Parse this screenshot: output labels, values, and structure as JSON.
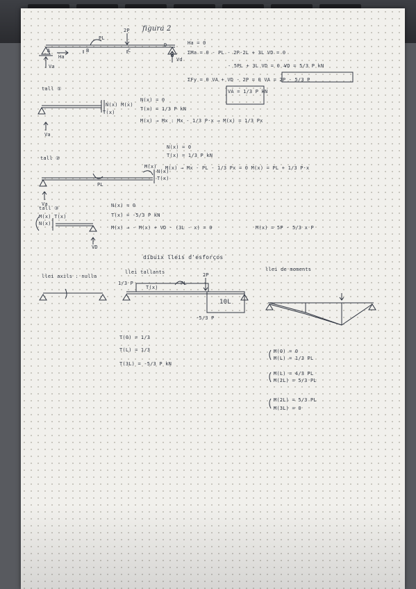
{
  "page": {
    "title": "figura 2",
    "intro": {
      "load_2p": "2P",
      "load_pl": "PL",
      "pts_a": "A",
      "pts_b": "B",
      "pts_c": "C",
      "pts_d": "D",
      "ha_label": "Ha",
      "va_label": "Va",
      "vd_label": "Vd"
    },
    "equations": {
      "e1": "Ha = 0",
      "e2": "ΣMa = 0   - PL - 2P·2L + 3L VD = 0",
      "e3": "- 5PL + 3L VD = 0  →",
      "e3_box": "VD = 5/3 P kN",
      "e4": "ΣFy = 0   VA + VD - 2P = 0   VA = 2P - 5/3 P",
      "e5_box": "VA = 1/3 P kN"
    },
    "tall1": {
      "label": "tall ①",
      "n": "N(x) = 0",
      "t": "T(x) = 1/3 P kN",
      "m": "M(x) →  Mx : Mx - 1/3 P·x → M(x) = 1/3 Px",
      "fig_labels": "N(x)  M(x)",
      "fig_t": "T(x)",
      "va": "Va"
    },
    "tall2": {
      "label": "tall ②",
      "n": "N(x) = 0",
      "t": "T(x) = 1/3 P kN",
      "m": "M(x) →  Mx - PL - 1/3 Px = 0    M(x) = PL + 1/3 P·x",
      "fig_labels": "N(x)",
      "fig_m": "M(x)",
      "fig_t": "T(x)",
      "fig_pl": "PL",
      "va": "Va"
    },
    "tall3": {
      "label": "tall ③",
      "fig_labels": "M(x)  T(x)",
      "fig_n": "N(x)",
      "n": "N(x) = 0",
      "t": "T(x) = -5/3 P kN",
      "m": "M(x) →  - M(x) + VD · (3L - x) = 0",
      "m_result": "M(x) = 5P - 5/3 x P",
      "vd": "VD"
    },
    "diagrams": {
      "heading": "dibuix lleis  d'esforços",
      "axial": "llei axils : nulla",
      "shear": "llei tallants",
      "moment": "llei de moments",
      "shear_top": "1/3 P",
      "shear_mid": "T(x)",
      "shear_bottom": "-5/3 P",
      "shear_box": "10L",
      "load_2p": "2P",
      "load_pl": "PL"
    },
    "results": {
      "t0": "T(0) = 1/3",
      "tl": "T(L) = 1/3",
      "t3l": "T(3L) = -5/3 P kN",
      "m0": "M(0) = 0",
      "ml": "M(L) = 1/3 PL",
      "ml2": "M(L) = 4/3 PL",
      "m2l": "M(2L) = 5/3 PL",
      "m2l2": "M(2L) = 5/3 PL",
      "m3l": "M(3L) = 0"
    }
  }
}
